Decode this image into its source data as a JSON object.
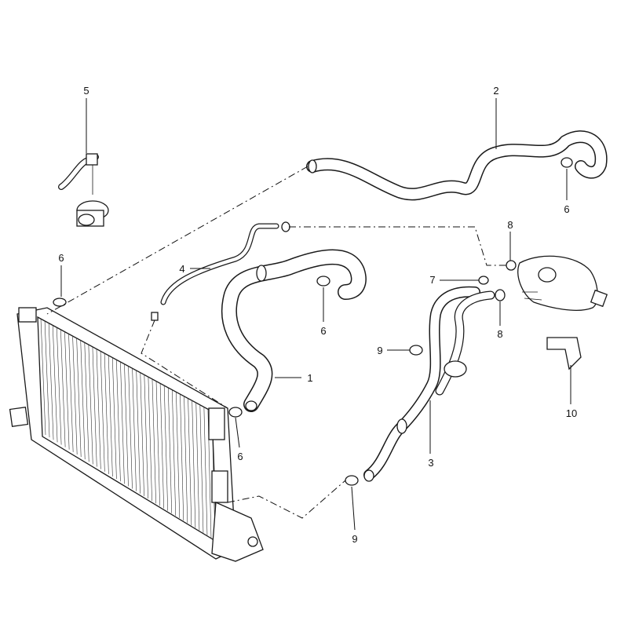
{
  "diagram": {
    "callouts": {
      "c1": "1",
      "c2": "2",
      "c3": "3",
      "c4": "4",
      "c5": "5",
      "c6a": "6",
      "c6b": "6",
      "c6c": "6",
      "c6d": "6",
      "c7": "7",
      "c8a": "8",
      "c8b": "8",
      "c9a": "9",
      "c9b": "9",
      "c10": "10"
    }
  }
}
